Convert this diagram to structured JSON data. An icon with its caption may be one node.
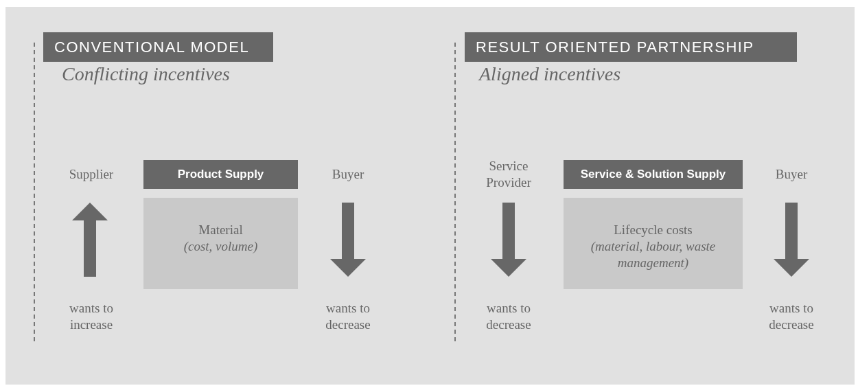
{
  "diagram": {
    "nodes": [
      {
        "text": [
          "CONVENTIONAL MODEL"
        ]
      },
      {
        "text": [
          "Product Supply"
        ]
      },
      {
        "text": [
          "Material",
          "(cost, volume)"
        ]
      },
      {
        "text": [
          "RESULT ORIENTED PARTNERSHIP"
        ]
      },
      {
        "text": [
          "Service & Solution Supply"
        ]
      },
      {
        "text": [
          "Lifecycle costs",
          "(material, labour, waste management)"
        ]
      }
    ],
    "edges": [],
    "labels": [
      "Conflicting incentives",
      "Supplier",
      "Buyer",
      "wants to increase",
      "wants to decrease",
      "Aligned incentives",
      "Service Provider",
      "Buyer",
      "wants to decrease",
      "wants to decrease"
    ]
  }
}
